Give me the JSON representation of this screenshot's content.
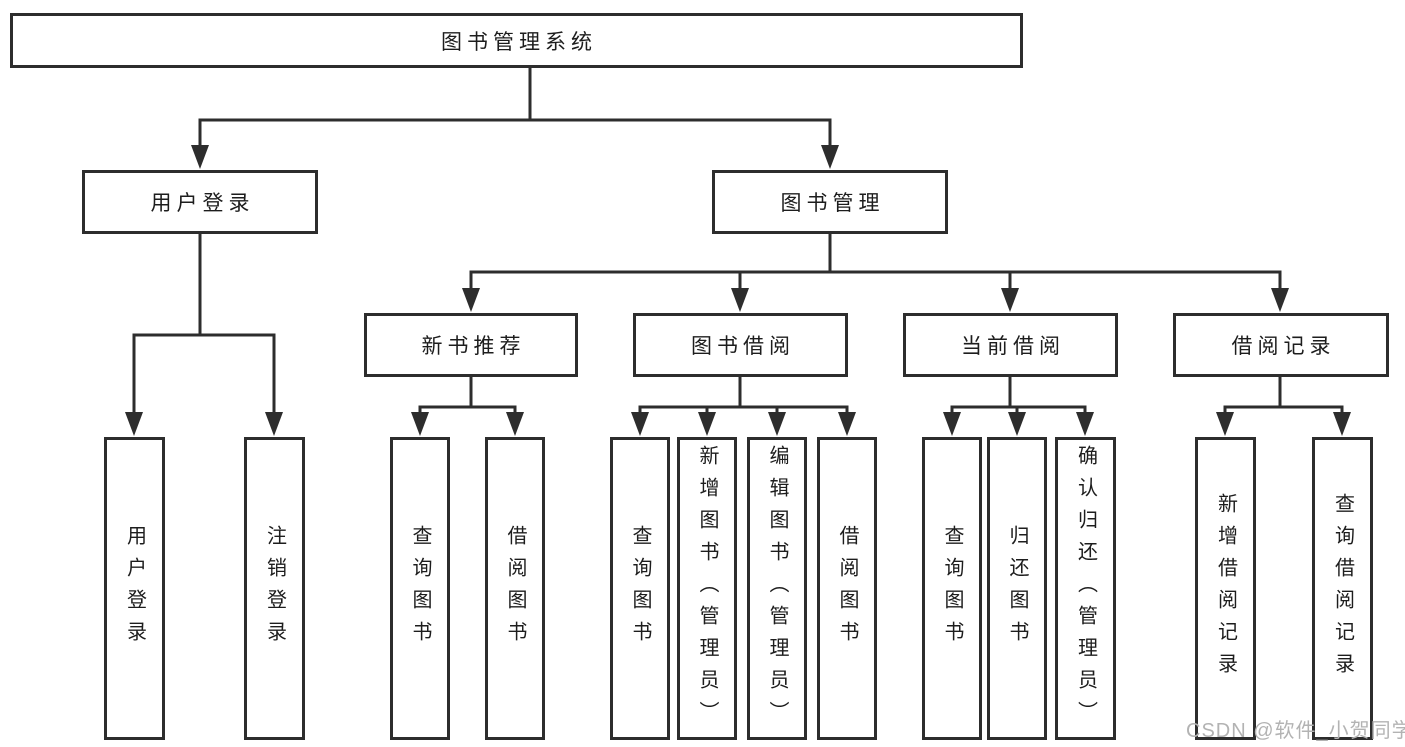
{
  "diagram": {
    "type": "hierarchy",
    "orientation": "top-down"
  },
  "colors": {
    "background": "#ffffff",
    "line": "#2d2d2d",
    "box_border": "#2d2d2d",
    "text": "#1d1d1d",
    "watermark": "#b3b3b3"
  },
  "watermark": {
    "text": "CSDN @软件_小贺同学"
  },
  "tree": {
    "root": {
      "label": "图书管理系统",
      "children": [
        {
          "label": "用户登录",
          "children": [
            {
              "label": "用户登录"
            },
            {
              "label": "注销登录"
            }
          ]
        },
        {
          "label": "图书管理",
          "children": [
            {
              "label": "新书推荐",
              "children": [
                {
                  "label": "查询图书"
                },
                {
                  "label": "借阅图书"
                }
              ]
            },
            {
              "label": "图书借阅",
              "children": [
                {
                  "label": "查询图书"
                },
                {
                  "label": "新增图书（管理员）"
                },
                {
                  "label": "编辑图书（管理员）"
                },
                {
                  "label": "借阅图书"
                }
              ]
            },
            {
              "label": "当前借阅",
              "children": [
                {
                  "label": "查询图书"
                },
                {
                  "label": "归还图书"
                },
                {
                  "label": "确认归还（管理员）"
                }
              ]
            },
            {
              "label": "借阅记录",
              "children": [
                {
                  "label": "新增借阅记录"
                },
                {
                  "label": "查询借阅记录"
                }
              ]
            }
          ]
        }
      ]
    }
  }
}
